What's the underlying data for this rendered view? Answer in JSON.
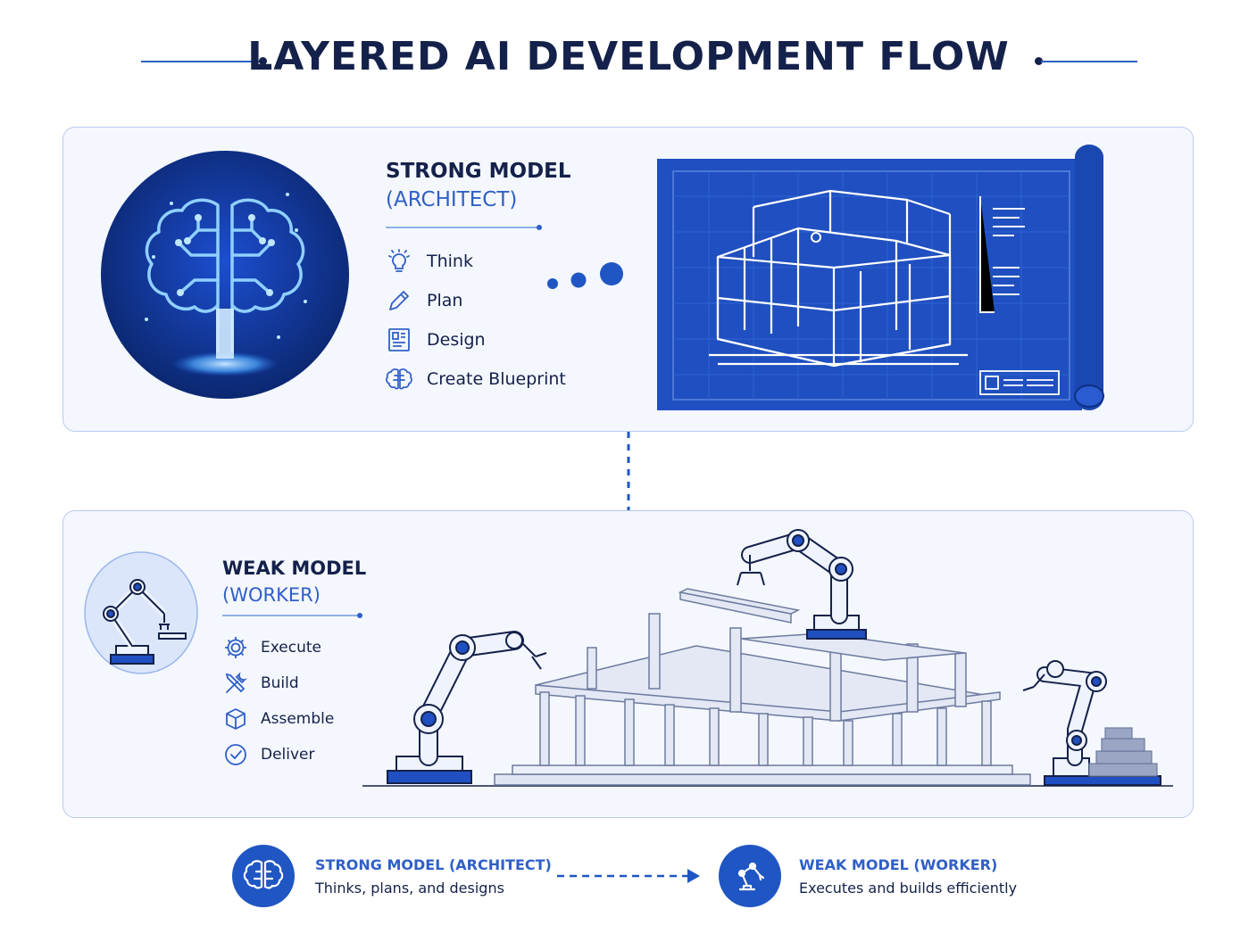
{
  "title": "LAYERED AI DEVELOPMENT FLOW",
  "architect": {
    "heading_line1": "STRONG MODEL",
    "heading_line2": "(ARCHITECT)",
    "steps": [
      {
        "label": "Think",
        "icon": "lightbulb-icon"
      },
      {
        "label": "Plan",
        "icon": "pencil-icon"
      },
      {
        "label": "Design",
        "icon": "layout-document-icon"
      },
      {
        "label": "Create Blueprint",
        "icon": "brain-icon"
      }
    ]
  },
  "worker": {
    "heading_line1": "WEAK MODEL",
    "heading_line2": "(WORKER)",
    "steps": [
      {
        "label": "Execute",
        "icon": "gear-icon"
      },
      {
        "label": "Build",
        "icon": "tools-icon"
      },
      {
        "label": "Assemble",
        "icon": "cube-icon"
      },
      {
        "label": "Deliver",
        "icon": "check-circle-icon"
      }
    ]
  },
  "legend": {
    "architect_title": "STRONG MODEL (ARCHITECT)",
    "architect_desc": "Thinks, plans, and designs",
    "worker_title": "WEAK MODEL (WORKER)",
    "worker_desc": "Executes and builds efficiently"
  },
  "colors": {
    "navy": "#14214a",
    "accent": "#2f5fc7",
    "blueprint": "#1f4fc0",
    "panel_border": "#b9ccef"
  }
}
